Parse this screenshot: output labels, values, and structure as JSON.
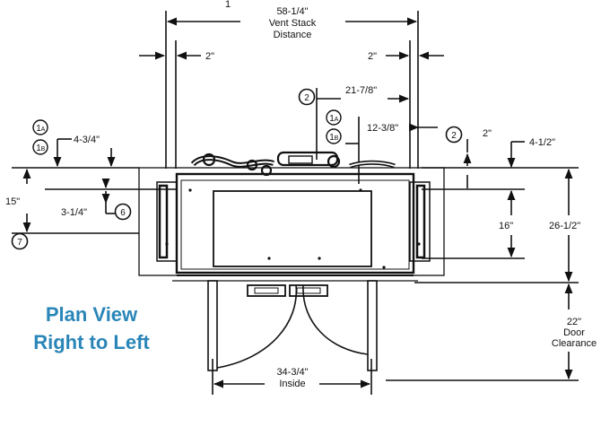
{
  "title": {
    "line1": "Plan View",
    "line2": "Right to Left",
    "color": "#2a86b8"
  },
  "dimensions": {
    "top_label": "1",
    "vent_stack": {
      "value": "58-1/4\"",
      "line2": "Vent Stack",
      "line3": "Distance"
    },
    "left_2in": "2\"",
    "right_2in": "2\"",
    "d_21_7_8": "21-7/8\"",
    "d_12_3_8": "12-3/8\"",
    "d_2in_side": "2\"",
    "d_4_1_2": "4-1/2\"",
    "d_4_3_4": "4-3/4\"",
    "d_15": "15\"",
    "d_3_1_4": "3-1/4\"",
    "d_16": "16\"",
    "d_26_1_2": "26-1/2\"",
    "door": {
      "value": "22\"",
      "line2": "Door",
      "line3": "Clearance"
    },
    "inside": {
      "value": "34-3/4\"",
      "line2": "Inside"
    }
  },
  "callouts": {
    "c2a": "2",
    "c1a_left": {
      "num": "1",
      "sub": "A"
    },
    "c1b_left": {
      "num": "1",
      "sub": "B"
    },
    "c1a_mid": {
      "num": "1",
      "sub": "A"
    },
    "c1b_mid": {
      "num": "1",
      "sub": "B"
    },
    "c2b": "2",
    "c6": "6",
    "c7": "7"
  }
}
